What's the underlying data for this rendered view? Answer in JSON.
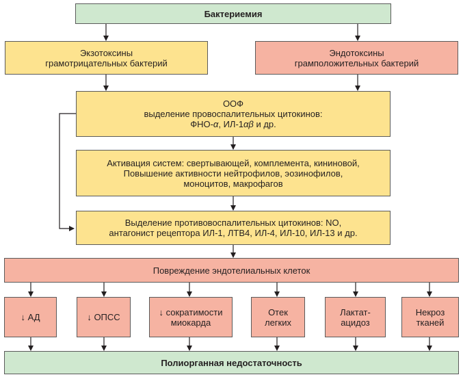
{
  "nodes": {
    "bacteremia": "Бактериемия",
    "exotoxins": [
      "Экзотоксины",
      "грамотрицательных бактерий"
    ],
    "endotoxins": [
      "Эндотоксины",
      "грамположительных бактерий"
    ],
    "oof": {
      "line1": "ООФ",
      "line2": "выделение провоспалительных цитокинов:",
      "line3_a": "ФНО-",
      "line3_alpha": "α",
      "line3_b": ", ИЛ-1",
      "line3_ab": "αβ",
      "line3_c": " и др."
    },
    "activation": [
      "Активация систем: свертывающей, комплемента, кининовой,",
      "Повышение активности нейтрофилов, эозинофилов,",
      "моноцитов, макрофагов"
    ],
    "anti_inflammatory": [
      "Выделение противовоспалительных цитокинов: NO,",
      "антагонист рецептора ИЛ-1, ЛТВ4, ИЛ-4, ИЛ-10, ИЛ-13 и др."
    ],
    "endothelial": "Повреждение эндотелиальных клеток",
    "effects": {
      "ad": {
        "arrow": "↓",
        "label": "АД"
      },
      "opss": {
        "arrow": "↓",
        "label": "ОПСС"
      },
      "myocard": {
        "arrow": "↓",
        "line1": "сократимости",
        "line2": "миокарда"
      },
      "lungs": [
        "Отек",
        "легких"
      ],
      "lactate": [
        "Лактат-",
        "ацидоз"
      ],
      "necrosis": [
        "Некроз",
        "тканей"
      ]
    },
    "mof": "Полиорганная недостаточность"
  },
  "colors": {
    "green": "#cfe8cf",
    "yellow": "#fde38f",
    "salmon": "#f6b3a2",
    "line": "#231f20"
  }
}
